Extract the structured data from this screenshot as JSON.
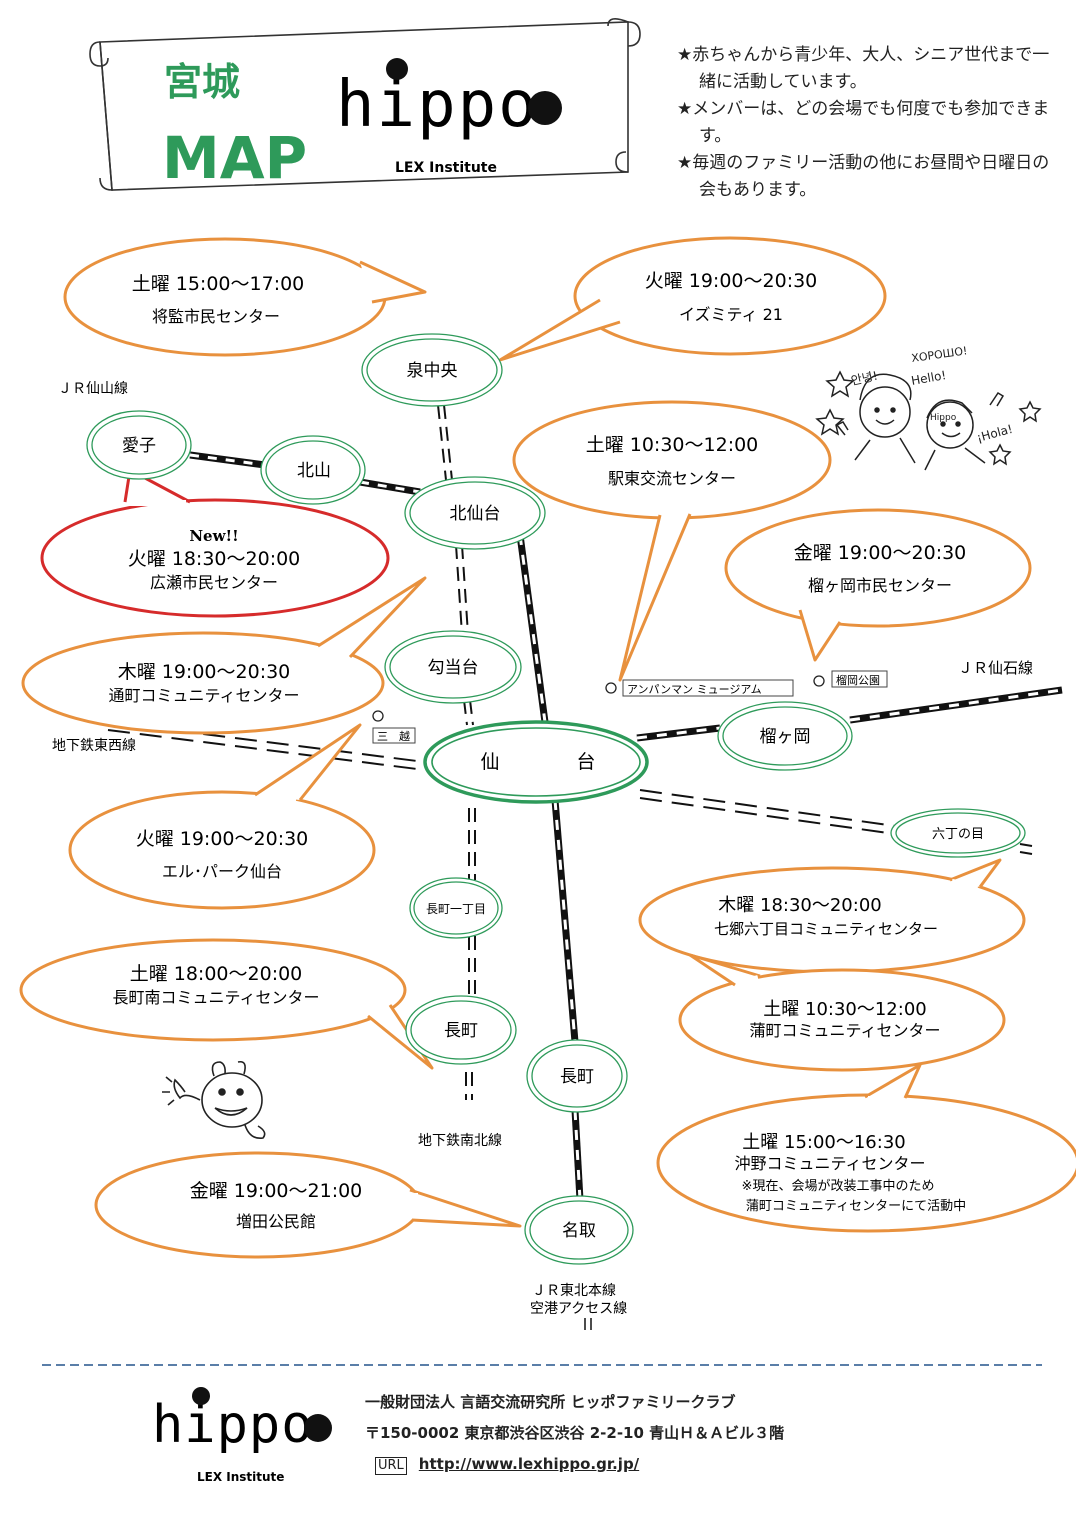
{
  "header": {
    "title_region": "宮城",
    "title_map": "MAP",
    "logo_text": "hippo",
    "logo_sub": "LEX Institute"
  },
  "notes": [
    "★赤ちゃんから青少年、大人、シニア世代まで一緒に活動しています。",
    "★メンバーは、どの会場でも何度でも参加できます。",
    "★毎週のファミリー活動の他にお昼間や日曜日の会もあります。"
  ],
  "illustration_text": {
    "annyeong": "안녕!",
    "hello": "Hello!",
    "privet": "ХОРОШО!",
    "hola": "¡Hola!",
    "hippo": "Hippo"
  },
  "lines": {
    "jr_senzan": "ＪＲ仙山線",
    "jr_senseki": "ＪＲ仙石線",
    "tozai": "地下鉄東西線",
    "nanboku": "地下鉄南北線",
    "jr_tohoku": "ＪＲ東北本線",
    "airport": "空港アクセス線"
  },
  "stations": {
    "izumi_chuo": "泉中央",
    "aiko": "愛子",
    "kitayama": "北山",
    "kitasendai": "北仙台",
    "koutoudai": "勾当台",
    "sendai_a": "仙",
    "sendai_b": "台",
    "tsutsujigaoka": "榴ヶ岡",
    "rokuchonome": "六丁の目",
    "nagamachi_itchome": "長町一丁目",
    "nagamachi_subway": "長町",
    "nagamachi_jr": "長町",
    "natori": "名取"
  },
  "landmarks": {
    "anpanman": "アンパンマン ミュージアム",
    "tsutsujigaoka_park": "榴岡公園",
    "mitsukoshi": "三　越"
  },
  "venues": [
    {
      "time": "土曜 15:00～17:00",
      "place": "将監市民センター"
    },
    {
      "time": "火曜 19:00～20:30",
      "place": "イズミティ 21"
    },
    {
      "time": "土曜 10:30～12:00",
      "place": "駅東交流センター"
    },
    {
      "badge": "New!!",
      "time": "火曜 18:30～20:00",
      "place": "広瀬市民センター"
    },
    {
      "time": "金曜 19:00～20:30",
      "place": "榴ヶ岡市民センター"
    },
    {
      "time": "木曜 19:00～20:30",
      "place": "通町コミュニティセンター"
    },
    {
      "time": "火曜 19:00～20:30",
      "place": "エル･パーク仙台"
    },
    {
      "time": "木曜 18:30～20:00",
      "place": "七郷六丁目コミュニティセンター"
    },
    {
      "time": "土曜 18:00～20:00",
      "place": "長町南コミュニティセンター"
    },
    {
      "time": "土曜 10:30～12:00",
      "place": "蒲町コミュニティセンター"
    },
    {
      "time": "土曜 15:00～16:30",
      "place": "沖野コミュニティセンター",
      "note1": "※現在、会場が改装工事中のため",
      "note2": "蒲町コミュニティセンターにて活動中"
    },
    {
      "time": "金曜 19:00～21:00",
      "place": "増田公民館"
    }
  ],
  "footer": {
    "org": "一般財団法人 言語交流研究所 ヒッポファミリークラブ",
    "address": "〒150-0002 東京都渋谷区渋谷 2-2-10 青山Ｈ＆Ａビル３階",
    "url_label": "URL",
    "url": "http://www.lexhippo.gr.jp/"
  },
  "colors": {
    "accent_green": "#2e9a5a",
    "bubble_orange": "#e8913e",
    "new_red": "#d62b2b",
    "footer_dash": "#5a7ea8"
  }
}
